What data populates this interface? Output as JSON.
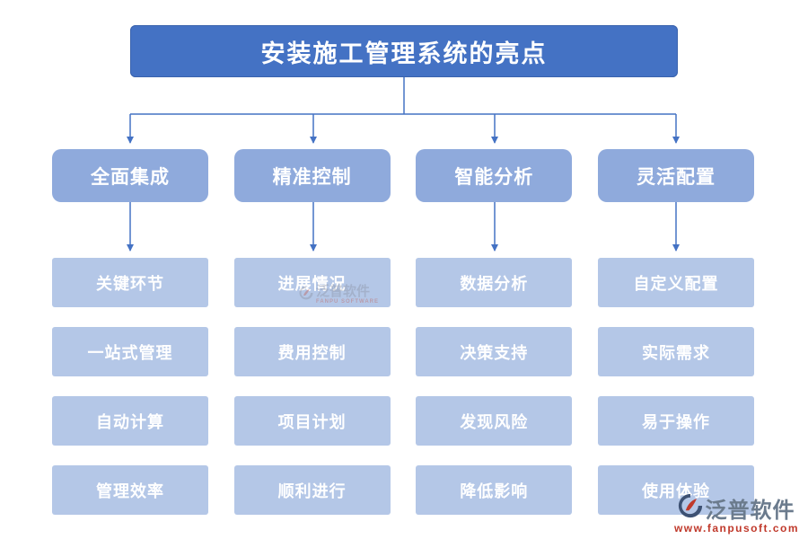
{
  "title": "安装施工管理系统的亮点",
  "columns": [
    {
      "header": "全面集成",
      "items": [
        "关键环节",
        "一站式管理",
        "自动计算",
        "管理效率"
      ]
    },
    {
      "header": "精准控制",
      "items": [
        "进展情况",
        "费用控制",
        "项目计划",
        "顺利进行"
      ]
    },
    {
      "header": "智能分析",
      "items": [
        "数据分析",
        "决策支持",
        "发现风险",
        "降低影响"
      ]
    },
    {
      "header": "灵活配置",
      "items": [
        "自定义配置",
        "实际需求",
        "易于操作",
        "使用体验"
      ]
    }
  ],
  "branding": {
    "logo_text": "泛普软件",
    "logo_subtext": "FANPU SOFTWARE",
    "website": "www.fanpusoft.com"
  },
  "colors": {
    "title_bg": "#4472C4",
    "header_bg": "#8FAADC",
    "item_bg": "#B4C7E7",
    "connector": "#4472C4",
    "box_text": "#FFFFFF",
    "logo_text_color": "#6B7B8D",
    "website_color": "#C0392B"
  }
}
